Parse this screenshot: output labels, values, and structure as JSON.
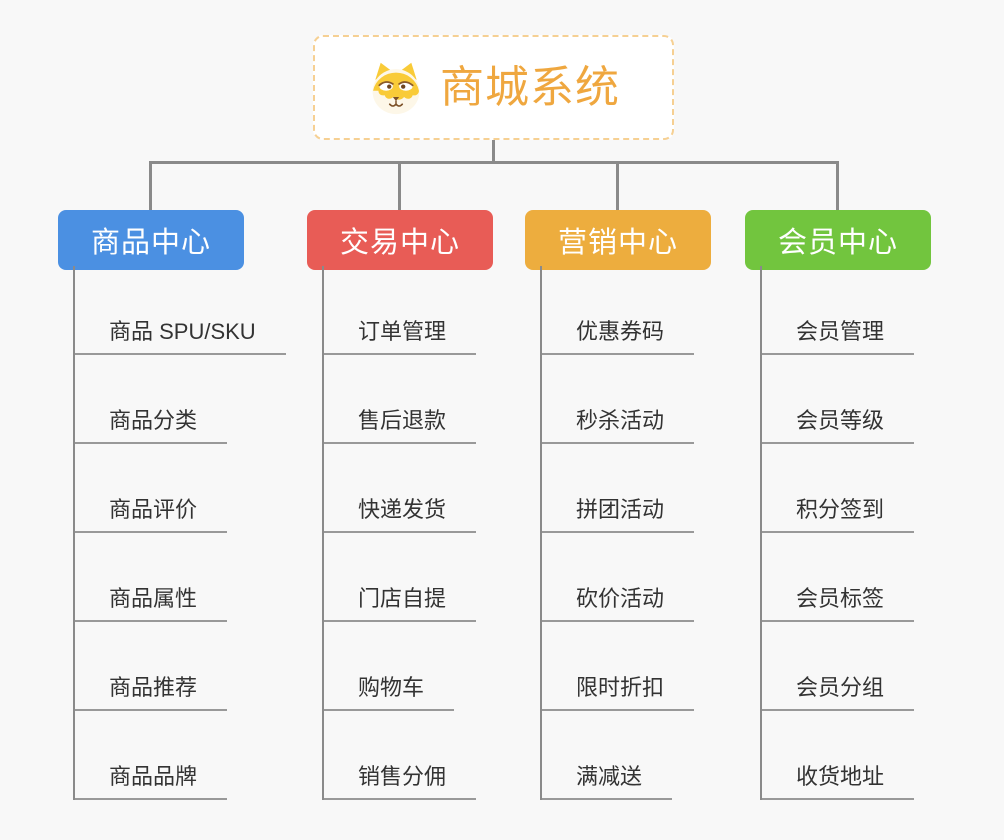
{
  "canvas": {
    "background_color": "#f8f8f8",
    "connector_color": "#8a8a8a",
    "underline_color": "#999999"
  },
  "root": {
    "icon": "shiba-dog-icon",
    "title": "商城系统",
    "title_color": "#efa73f",
    "border_color": "#f6d093"
  },
  "branches": [
    {
      "label": "商品中心",
      "color": "#4b90e2",
      "children": [
        "商品 SPU/SKU",
        "商品分类",
        "商品评价",
        "商品属性",
        "商品推荐",
        "商品品牌"
      ]
    },
    {
      "label": "交易中心",
      "color": "#e85c56",
      "children": [
        "订单管理",
        "售后退款",
        "快递发货",
        "门店自提",
        "购物车",
        "销售分佣"
      ]
    },
    {
      "label": "营销中心",
      "color": "#edad3e",
      "children": [
        "优惠券码",
        "秒杀活动",
        "拼团活动",
        "砍价活动",
        "限时折扣",
        "满减送"
      ]
    },
    {
      "label": "会员中心",
      "color": "#72c53e",
      "children": [
        "会员管理",
        "会员等级",
        "积分签到",
        "会员标签",
        "会员分组",
        "收货地址"
      ]
    }
  ]
}
